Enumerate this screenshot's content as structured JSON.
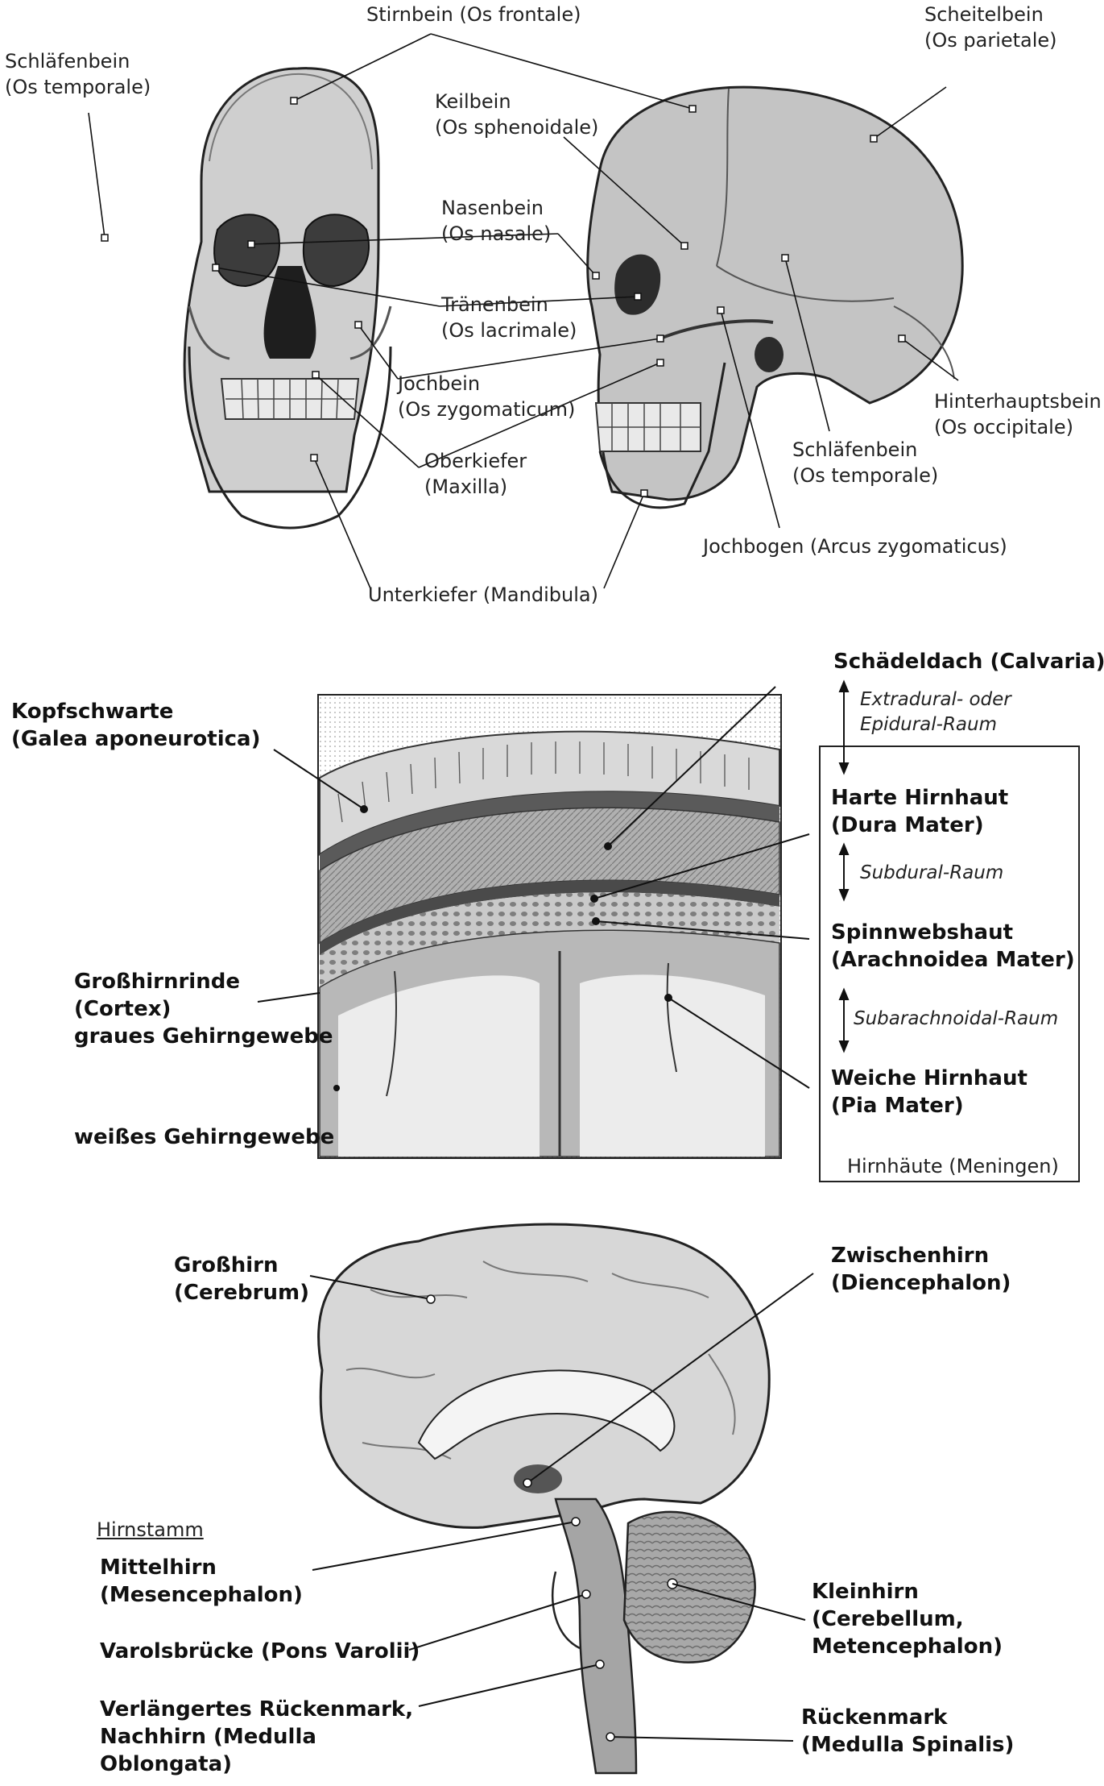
{
  "skull_labels": {
    "stirnbein": [
      "Stirnbein (Os frontale)"
    ],
    "scheitelbein": [
      "Scheitelbein",
      "(Os parietale)"
    ],
    "schlaefenbein_front": [
      "Schläfenbein",
      "(Os temporale)"
    ],
    "keilbein": [
      "Keilbein",
      "(Os sphenoidale)"
    ],
    "nasenbein": [
      "Nasenbein",
      "(Os nasale)"
    ],
    "traenenbein": [
      "Tränenbein",
      "(Os lacrimale)"
    ],
    "jochbein": [
      "Jochbein",
      "(Os zygomaticum)"
    ],
    "hinterhauptsbein": [
      "Hinterhauptsbein",
      "(Os occipitale)"
    ],
    "oberkiefer": [
      "Oberkiefer",
      "(Maxilla)"
    ],
    "schlaefenbein_side": [
      "Schläfenbein",
      "(Os temporale)"
    ],
    "jochbogen": [
      "Jochbogen (Arcus zygomaticus)"
    ],
    "unterkiefer": [
      "Unterkiefer (Mandibula)"
    ]
  },
  "meninges_labels": {
    "kopfschwarte": [
      "Kopfschwarte",
      "(Galea aponeurotica)"
    ],
    "calvaria": [
      "Schädeldach (Calvaria)"
    ],
    "epidural": [
      "Extradural- oder",
      "Epidural-Raum"
    ],
    "dura": [
      "Harte Hirnhaut",
      "(Dura Mater)"
    ],
    "subdural": [
      "Subdural-Raum"
    ],
    "arachnoidea": [
      "Spinnwebshaut",
      "(Arachnoidea Mater)"
    ],
    "subarachnoidal": [
      "Subarachnoidal-Raum"
    ],
    "pia": [
      "Weiche Hirnhaut",
      "(Pia Mater)"
    ],
    "cortex": [
      "Großhirnrinde",
      "(Cortex)",
      "graues Gehirngewebe"
    ],
    "weiss": [
      "weißes Gehirngewebe"
    ],
    "meningen_box": [
      "Hirnhäute (Meningen)"
    ]
  },
  "brain_labels": {
    "grosshirn": [
      "Großhirn",
      "(Cerebrum)"
    ],
    "zwischenhirn": [
      "Zwischenhirn",
      "(Diencephalon)"
    ],
    "hirnstamm": [
      "Hirnstamm"
    ],
    "mittelhirn": [
      "Mittelhirn",
      "(Mesencephalon)"
    ],
    "kleinhirn": [
      "Kleinhirn",
      "(Cerebellum,",
      "Metencephalon)"
    ],
    "pons": [
      "Varolsbrücke (Pons Varolii)"
    ],
    "medulla_obl": [
      "Verlängertes Rückenmark,",
      "Nachhirn (Medulla",
      "Oblongata)"
    ],
    "rueckenmark": [
      "Rückenmark",
      "(Medulla Spinalis)"
    ]
  },
  "colors": {
    "ink": "#111111",
    "bone": "#c8c8c8",
    "tissue_gray": "#9a9a9a",
    "white_matter": "#e6e6e6"
  }
}
